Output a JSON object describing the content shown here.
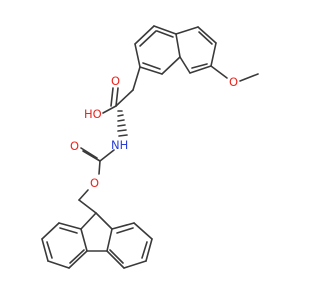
{
  "colors": {
    "bond": "#3a3a3a",
    "oxygen": "#e8251e",
    "nitrogen": "#2a3fd6",
    "background": "#ffffff"
  },
  "labels": {
    "methoxy_o": "O",
    "methoxy_line": "—",
    "acid_carbonyl_o": "O",
    "acid_hydroxyl": "HO",
    "amine": "NH",
    "carbamate_carbonyl_o": "O",
    "carbamate_ester_o": "O"
  }
}
